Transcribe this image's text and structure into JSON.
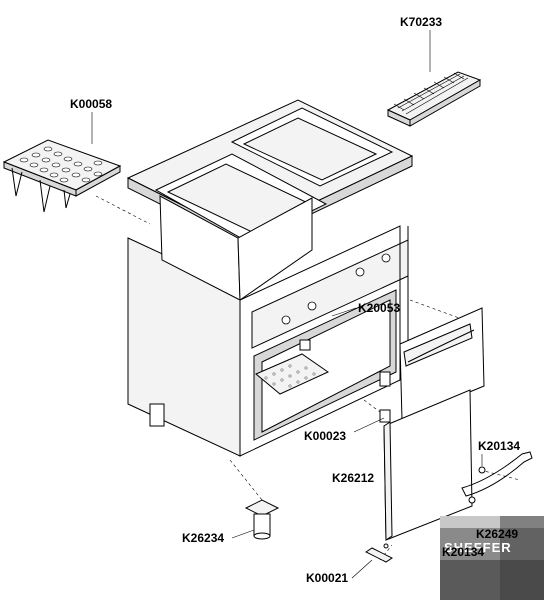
{
  "labels": {
    "k70233": "K70233",
    "k00058": "K00058",
    "k20053": "K20053",
    "k00023": "K00023",
    "k20134_top": "K20134",
    "k26212": "K26212",
    "k26249": "K26249",
    "k20134_bottom": "K20134",
    "k26234": "K26234",
    "k00021": "K00021"
  },
  "watermark": {
    "text": "SHEFFER",
    "colors": {
      "dark": "#3a3a3a",
      "mid": "#8a8a8a"
    }
  },
  "colors": {
    "stroke": "#000000",
    "panel": "#f3f3f3",
    "shade": "#d8d8d8"
  }
}
